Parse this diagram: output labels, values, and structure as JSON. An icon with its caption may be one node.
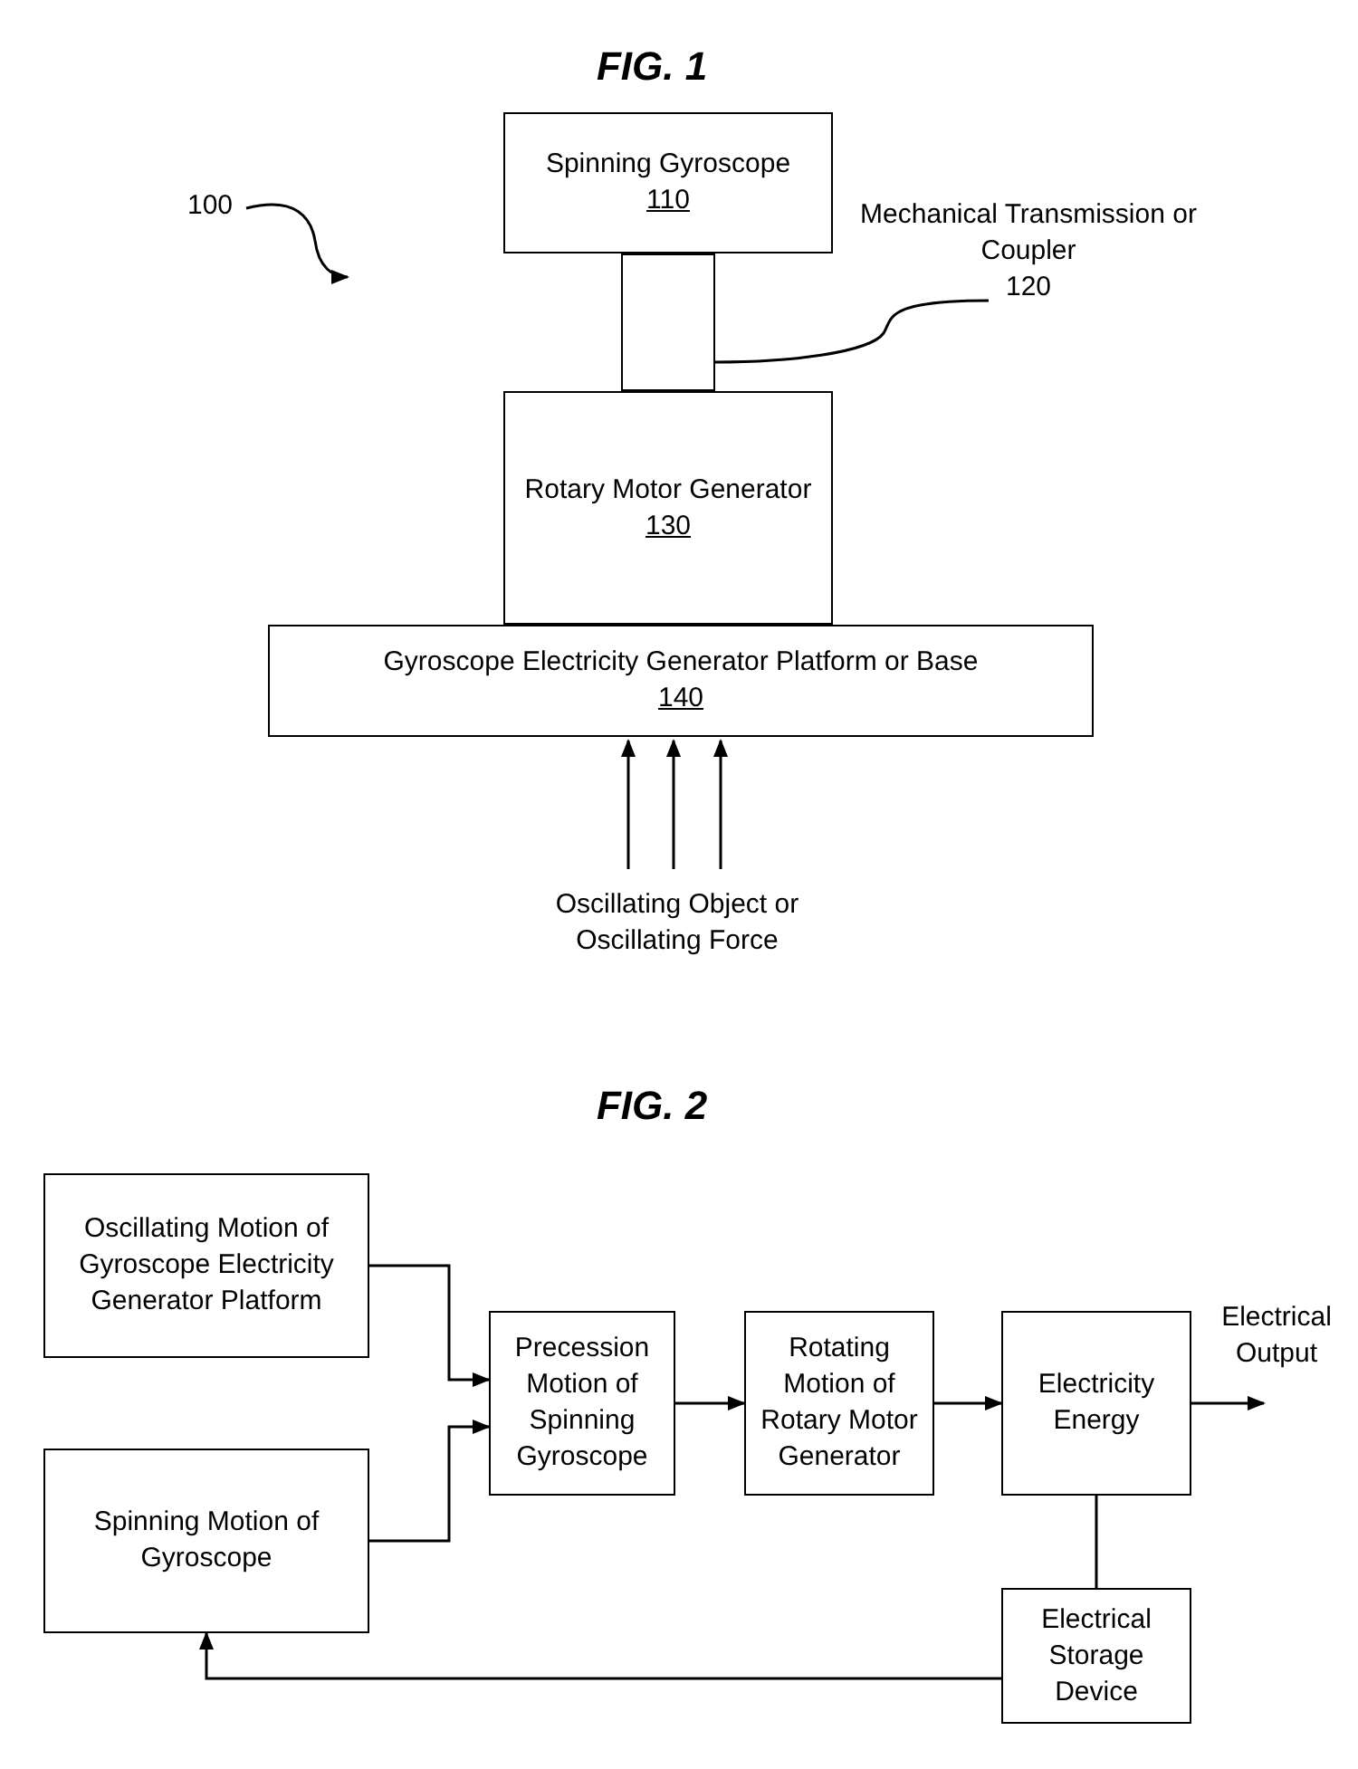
{
  "diagram": {
    "nodes": [
      {
        "text": [
          "Spinning Gyroscope",
          "110"
        ]
      },
      {
        "text": [],
        "shape": "box"
      },
      {
        "text": [
          "Mechanical Transmission or Coupler",
          "120"
        ]
      },
      {
        "text": [
          "Rotary Motor Generator",
          "130"
        ]
      },
      {
        "text": [
          "Gyroscope Electricity Generator Platform or Base",
          "140"
        ]
      },
      {
        "text": [
          "Oscillating Object or Oscillating Force"
        ]
      },
      {
        "text": [
          "100"
        ]
      },
      {
        "text": [
          "Oscillating Motion of Gyroscope Electricity Generator Platform"
        ]
      },
      {
        "text": [
          "Spinning Motion of Gyroscope"
        ]
      },
      {
        "text": [
          "Precession Motion of Spinning Gyroscope"
        ]
      },
      {
        "text": [
          "Rotating Motion of Rotary Motor Generator"
        ]
      },
      {
        "text": [
          "Electricity Energy"
        ]
      },
      {
        "text": [
          "Electrical Storage Device"
        ]
      }
    ],
    "edges": [
      {
        "from": 2,
        "to": 1,
        "arrow": "none"
      },
      {
        "from": 5,
        "to": 4,
        "arrow": "to"
      },
      {
        "from": 5,
        "to": 4,
        "arrow": "to"
      },
      {
        "from": 5,
        "to": 4,
        "arrow": "to"
      },
      {
        "from": 6,
        "to": null,
        "arrow": "to"
      },
      {
        "from": 7,
        "to": 9,
        "arrow": "to"
      },
      {
        "from": 8,
        "to": 9,
        "arrow": "to"
      },
      {
        "from": 9,
        "to": 10,
        "arrow": "to"
      },
      {
        "from": 10,
        "to": 11,
        "arrow": "to"
      },
      {
        "from": 11,
        "to": null,
        "arrow": "to",
        "label": "Electrical Output"
      },
      {
        "from": 11,
        "to": 12,
        "arrow": "none"
      },
      {
        "from": 12,
        "to": 8,
        "arrow": "to"
      }
    ],
    "labels": [
      "FIG. 1",
      "FIG. 2"
    ]
  }
}
